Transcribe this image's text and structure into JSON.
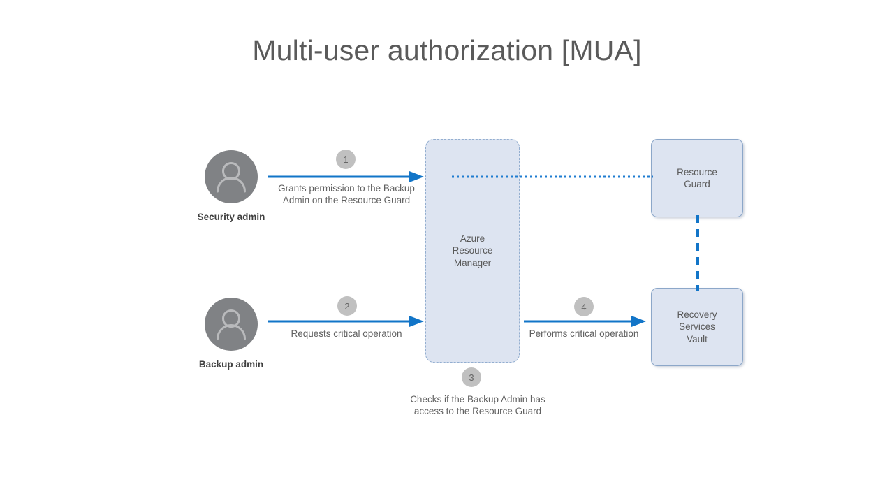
{
  "slide": {
    "title": "Multi-user authorization [MUA]",
    "background": "#ffffff"
  },
  "colors": {
    "arrow_blue": "#1275c8",
    "box_fill": "#dde4f1",
    "box_border": "#8ca7c9",
    "dashed_border": "#93aed0",
    "avatar_gray": "#808285",
    "badge_gray": "#c0c0c0",
    "title_gray": "#5a5a5a",
    "text_gray": "#595959",
    "label_bold_gray": "#3f3f3f"
  },
  "actors": [
    {
      "id": "security-admin",
      "label": "Security admin",
      "icon": "person-avatar-icon"
    },
    {
      "id": "backup-admin",
      "label": "Backup admin",
      "icon": "person-avatar-icon"
    }
  ],
  "nodes": [
    {
      "id": "azure-resource-manager",
      "label": "Azure\nResource\nManager",
      "style": "dashed"
    },
    {
      "id": "resource-guard",
      "label": "Resource\nGuard",
      "style": "solid"
    },
    {
      "id": "recovery-services-vault",
      "label": "Recovery\nServices\nVault",
      "style": "solid"
    }
  ],
  "steps": [
    {
      "number": "1",
      "caption": "Grants permission to the Backup\nAdmin on the Resource Guard",
      "from": "security-admin",
      "to": "azure-resource-manager",
      "arrow": "solid-arrow-right"
    },
    {
      "number": "2",
      "caption": "Requests critical operation",
      "from": "backup-admin",
      "to": "azure-resource-manager",
      "arrow": "solid-arrow-right"
    },
    {
      "number": "3",
      "caption": "Checks if the Backup Admin has\naccess to the Resource Guard",
      "from": "azure-resource-manager",
      "to": "resource-guard",
      "arrow": "dotted-line"
    },
    {
      "number": "4",
      "caption": "Performs critical operation",
      "from": "azure-resource-manager",
      "to": "recovery-services-vault",
      "arrow": "solid-arrow-right"
    }
  ],
  "connectors": [
    {
      "id": "arm-to-resource-guard",
      "style": "dotted-horizontal-blue"
    },
    {
      "id": "resource-guard-to-vault",
      "style": "dashed-vertical-blue"
    }
  ]
}
